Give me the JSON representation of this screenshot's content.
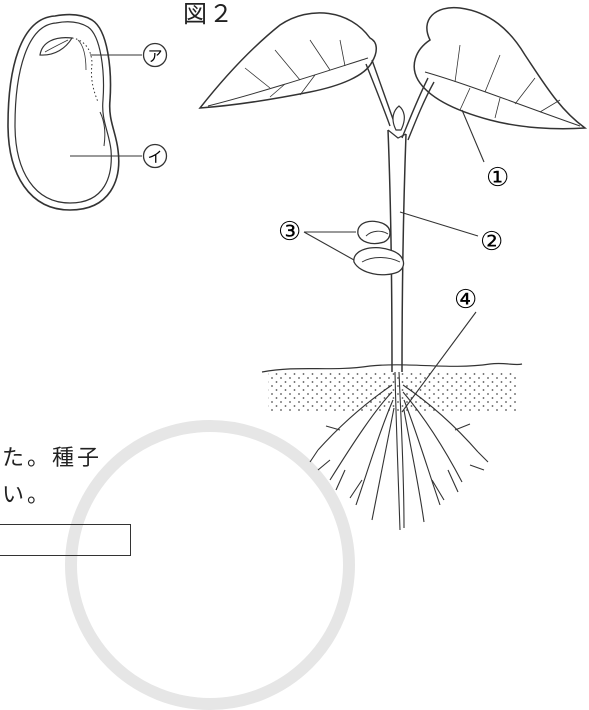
{
  "figure": {
    "title": "図２"
  },
  "seed_diagram": {
    "labels": [
      {
        "id": "label-a",
        "text": "ア"
      },
      {
        "id": "label-i",
        "text": "イ"
      }
    ]
  },
  "plant_diagram": {
    "labels": [
      {
        "id": "label-1",
        "text": "①"
      },
      {
        "id": "label-2",
        "text": "②"
      },
      {
        "id": "label-3",
        "text": "③"
      },
      {
        "id": "label-4",
        "text": "④"
      }
    ]
  },
  "body_text": {
    "line1": "た。種子",
    "line2": "い。"
  }
}
